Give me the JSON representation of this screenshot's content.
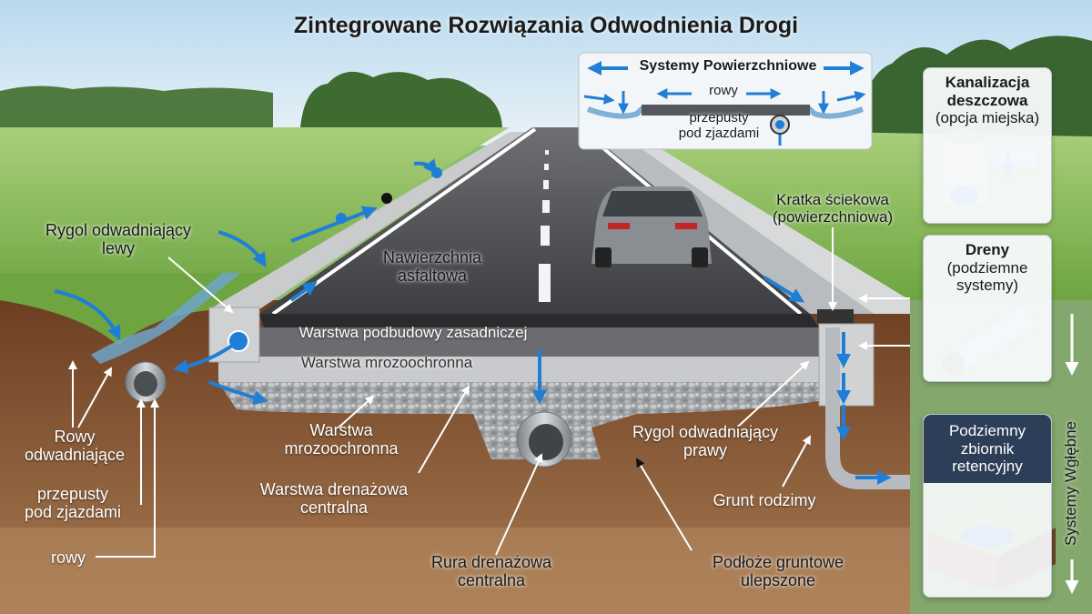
{
  "title": "Zintegrowane Rozwiązania Odwodnienia Drogi",
  "surface_panel": {
    "title": "Systemy Powierzchniowe",
    "ditches": "rowy",
    "culverts_line1": "przepusty",
    "culverts_line2": "pod zjazdami"
  },
  "side_panels": {
    "storm_sewer": {
      "title_line1": "Kanalizacja",
      "title_line2": "deszczowa",
      "sub": "(opcja miejska)"
    },
    "drains": {
      "title": "Dreny",
      "sub_line1": "(podziemne",
      "sub_line2": "systemy)"
    },
    "retention": {
      "line1": "Podziemny",
      "line2": "zbiornik",
      "line3": "retencyjny"
    }
  },
  "deep_systems_label": "Systemy Wgłębne",
  "labels": {
    "left_channel_line1": "Rygol odwadniający",
    "left_channel_line2": "lewy",
    "asphalt_line1": "Nawierzchnia",
    "asphalt_line2": "asfaltowa",
    "base_layer": "Warstwa podbudowy zasadniczej",
    "frost_layer": "Warstwa mrozoochronna",
    "frost_label_line1": "Warstwa",
    "frost_label_line2": "mrozoochronna",
    "central_drain_layer_line1": "Warstwa drenażowa",
    "central_drain_layer_line2": "centralna",
    "central_pipe_line1": "Rura drenażowa",
    "central_pipe_line2": "centralna",
    "ditches_line1": "Rowy",
    "ditches_line2": "odwadniające",
    "culverts_line1": "przepusty",
    "culverts_line2": "pod zjazdami",
    "ditches_small": "rowy",
    "grate_line1": "Kratka ściekowa",
    "grate_line2": "(powierzchniowa)",
    "right_channel_line1": "Rygol odwadniający",
    "right_channel_line2": "prawy",
    "native_soil": "Grunt rodzimy",
    "improved_subgrade_line1": "Podłoże gruntowe",
    "improved_subgrade_line2": "ulepszone"
  },
  "colors": {
    "water": "#1f7fd6",
    "asphalt": "#4b4d50",
    "grass": "#7fb04e",
    "soil": "#7a4a2a",
    "gravel": "#a6a8aa",
    "panel_dark": "#2c3e58"
  }
}
